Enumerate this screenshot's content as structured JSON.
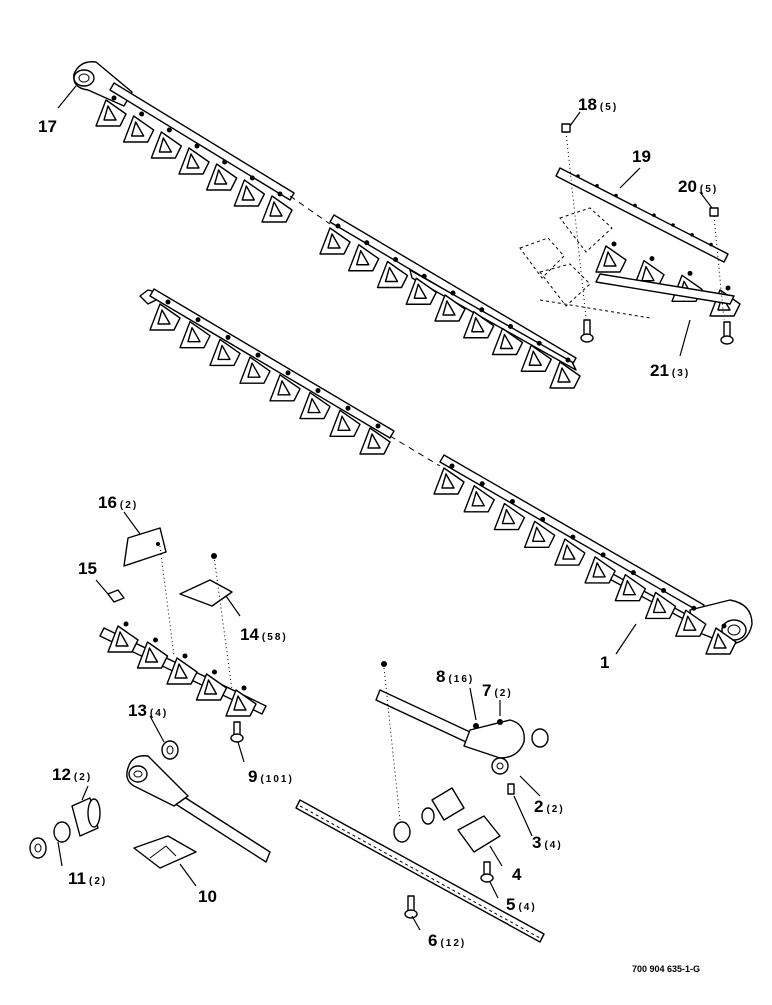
{
  "figure_code": "700 904 635-1-G",
  "callouts": [
    {
      "id": "c17",
      "label": "17",
      "qty": ""
    },
    {
      "id": "c18",
      "label": "18",
      "qty": "(5)"
    },
    {
      "id": "c19",
      "label": "19",
      "qty": ""
    },
    {
      "id": "c20",
      "label": "20",
      "qty": "(5)"
    },
    {
      "id": "c21",
      "label": "21",
      "qty": "(3)"
    },
    {
      "id": "c16",
      "label": "16",
      "qty": "(2)"
    },
    {
      "id": "c15",
      "label": "15",
      "qty": ""
    },
    {
      "id": "c14",
      "label": "14",
      "qty": "(58)"
    },
    {
      "id": "c1",
      "label": "1",
      "qty": ""
    },
    {
      "id": "c13",
      "label": "13",
      "qty": "(4)"
    },
    {
      "id": "c12",
      "label": "12",
      "qty": "(2)"
    },
    {
      "id": "c9",
      "label": "9",
      "qty": "(101)"
    },
    {
      "id": "c11",
      "label": "11",
      "qty": "(2)"
    },
    {
      "id": "c10",
      "label": "10",
      "qty": ""
    },
    {
      "id": "c8",
      "label": "8",
      "qty": "(16)"
    },
    {
      "id": "c7",
      "label": "7",
      "qty": "(2)"
    },
    {
      "id": "c2",
      "label": "2",
      "qty": "(2)"
    },
    {
      "id": "c3",
      "label": "3",
      "qty": "(4)"
    },
    {
      "id": "c4",
      "label": "4",
      "qty": ""
    },
    {
      "id": "c5",
      "label": "5",
      "qty": "(4)"
    },
    {
      "id": "c6",
      "label": "6",
      "qty": "(12)"
    }
  ]
}
